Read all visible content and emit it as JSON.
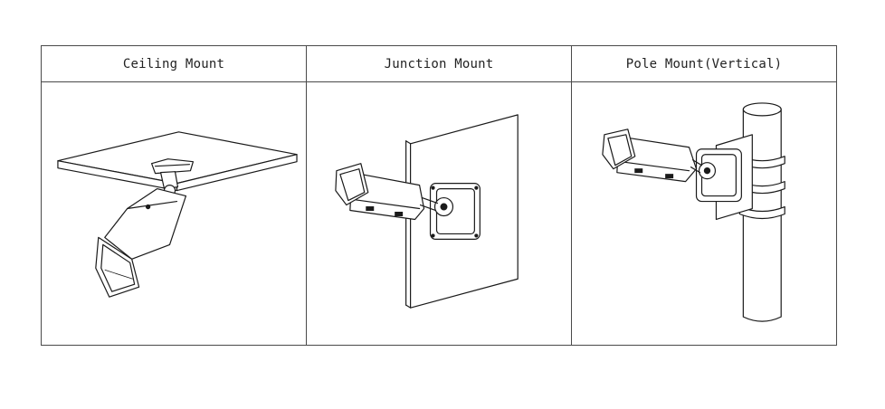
{
  "mounts": [
    {
      "label": "Ceiling Mount",
      "icon": "ceiling-mount-illustration"
    },
    {
      "label": "Junction Mount",
      "icon": "junction-mount-illustration"
    },
    {
      "label": "Pole Mount(Vertical)",
      "icon": "pole-mount-illustration"
    }
  ]
}
